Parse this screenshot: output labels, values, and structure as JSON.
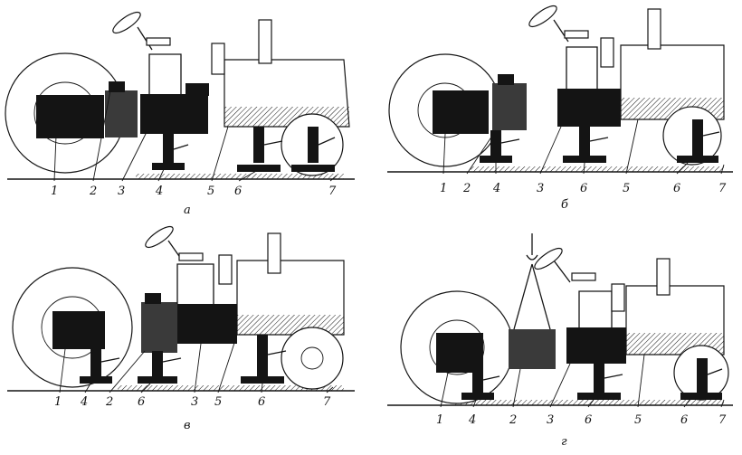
{
  "panels": [
    {
      "id": "a",
      "caption": "а",
      "labels": [
        "1",
        "2",
        "3",
        "4",
        "5",
        "6",
        "7"
      ]
    },
    {
      "id": "b",
      "caption": "б",
      "labels": [
        "1",
        "2",
        "4",
        "3",
        "6",
        "5",
        "6",
        "7"
      ]
    },
    {
      "id": "v",
      "caption": "в",
      "labels": [
        "1",
        "4",
        "2",
        "6",
        "3",
        "5",
        "6",
        "7"
      ]
    },
    {
      "id": "g",
      "caption": "г",
      "labels": [
        "1",
        "4",
        "2",
        "3",
        "6",
        "5",
        "6",
        "7"
      ]
    }
  ]
}
